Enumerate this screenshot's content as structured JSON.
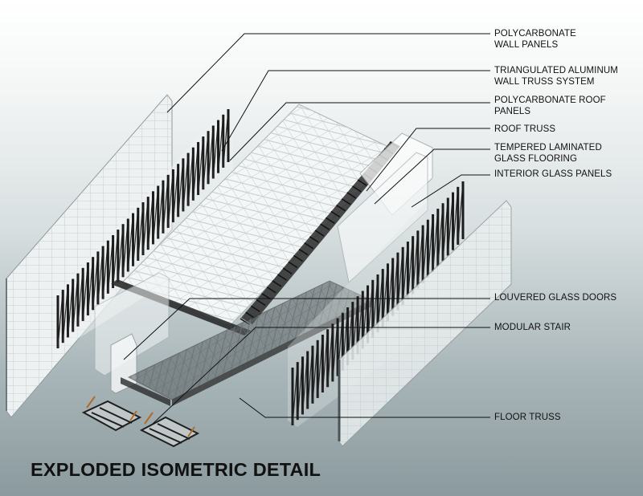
{
  "title": "EXPLODED ISOMETRIC DETAIL",
  "callouts": {
    "polycarbonate_wall_panels": "POLYCARBONATE\nWALL PANELS",
    "triangulated_wall_truss": "TRIANGULATED ALUMINUM\nWALL TRUSS SYSTEM",
    "polycarbonate_roof_panels": "POLYCARBONATE ROOF\nPANELS",
    "roof_truss": "ROOF TRUSS",
    "tempered_glass_flooring": "TEMPERED LAMINATED\nGLASS FLOORING",
    "interior_glass_panels": "INTERIOR GLASS PANELS",
    "louvered_glass_doors": "LOUVERED GLASS DOORS",
    "modular_stair": "MODULAR STAIR",
    "floor_truss": "FLOOR TRUSS"
  },
  "colors": {
    "background_top": "#ffffff",
    "background_bottom": "#8b9a9e",
    "truss": "#1b1b1b",
    "panel": "#e6ecec",
    "text": "#111111"
  }
}
